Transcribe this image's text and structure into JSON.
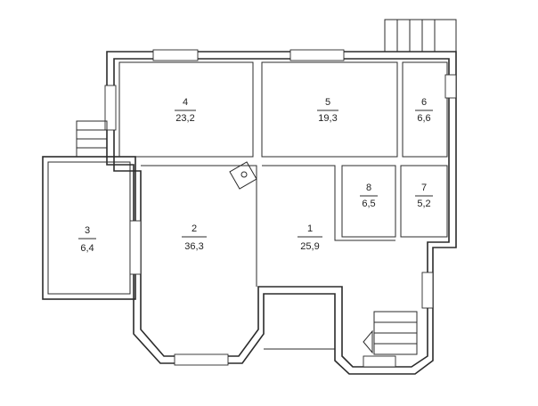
{
  "rooms": [
    {
      "id": "1",
      "number": "1",
      "area": "25,9"
    },
    {
      "id": "2",
      "number": "2",
      "area": "36,3"
    },
    {
      "id": "3",
      "number": "3",
      "area": "6,4"
    },
    {
      "id": "4",
      "number": "4",
      "area": "23,2"
    },
    {
      "id": "5",
      "number": "5",
      "area": "19,3"
    },
    {
      "id": "6",
      "number": "6",
      "area": "6,6"
    },
    {
      "id": "7",
      "number": "7",
      "area": "5,2"
    },
    {
      "id": "8",
      "number": "8",
      "area": "6,5"
    }
  ]
}
